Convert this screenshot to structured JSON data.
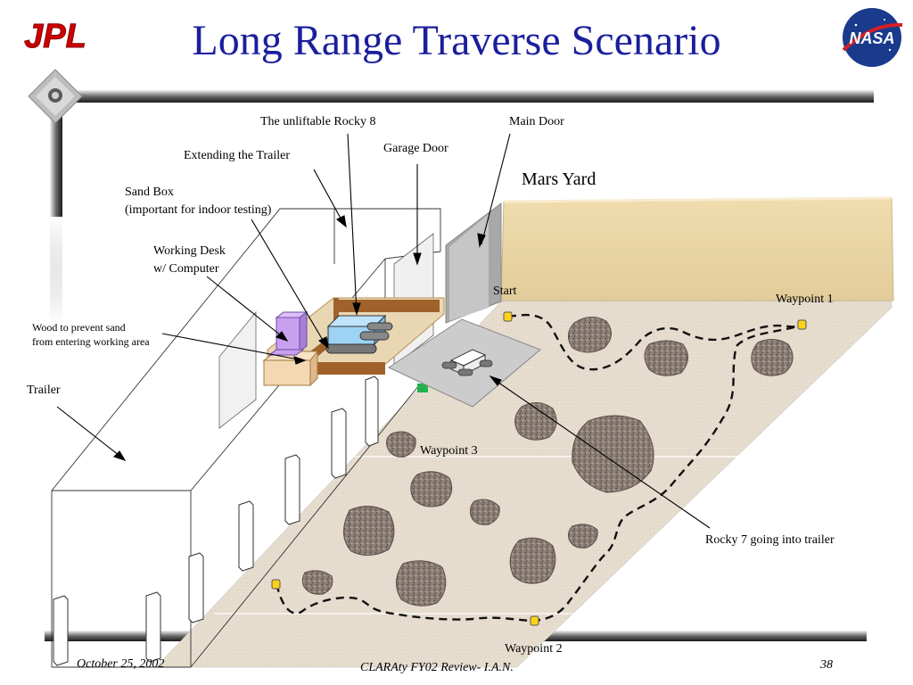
{
  "header": {
    "title": "Long Range Traverse Scenario",
    "left_logo_text": "JPL",
    "right_logo_text": "NASA"
  },
  "labels": {
    "rocky8": "The unliftable Rocky 8",
    "main_door": "Main Door",
    "garage_door": "Garage Door",
    "extending_trailer": "Extending the Trailer",
    "sand_box_1": "Sand Box",
    "sand_box_2": "(important for indoor testing)",
    "mars_yard": "Mars Yard",
    "working_desk_1": "Working Desk",
    "working_desk_2": "w/ Computer",
    "start": "Start",
    "waypoint1": "Waypoint 1",
    "wood_1": "Wood to prevent sand",
    "wood_2": "from entering working area",
    "trailer": "Trailer",
    "waypoint3": "Waypoint 3",
    "rocky7": "Rocky 7 going into trailer",
    "waypoint2": "Waypoint 2"
  },
  "footer": {
    "date": "October 25, 2002",
    "center": "CLARAty FY02 Review- I.A.N.",
    "page": "38"
  },
  "colors": {
    "title": "#1b1f9c",
    "jpl_red": "#cc1111",
    "nasa_blue": "#1a3a8c",
    "ground": "#e6dccd",
    "wall": "#e7d2a4",
    "rock": "#8a7c72",
    "trailer_box": "#9dd3f5",
    "desk": "#c9a0f0"
  }
}
